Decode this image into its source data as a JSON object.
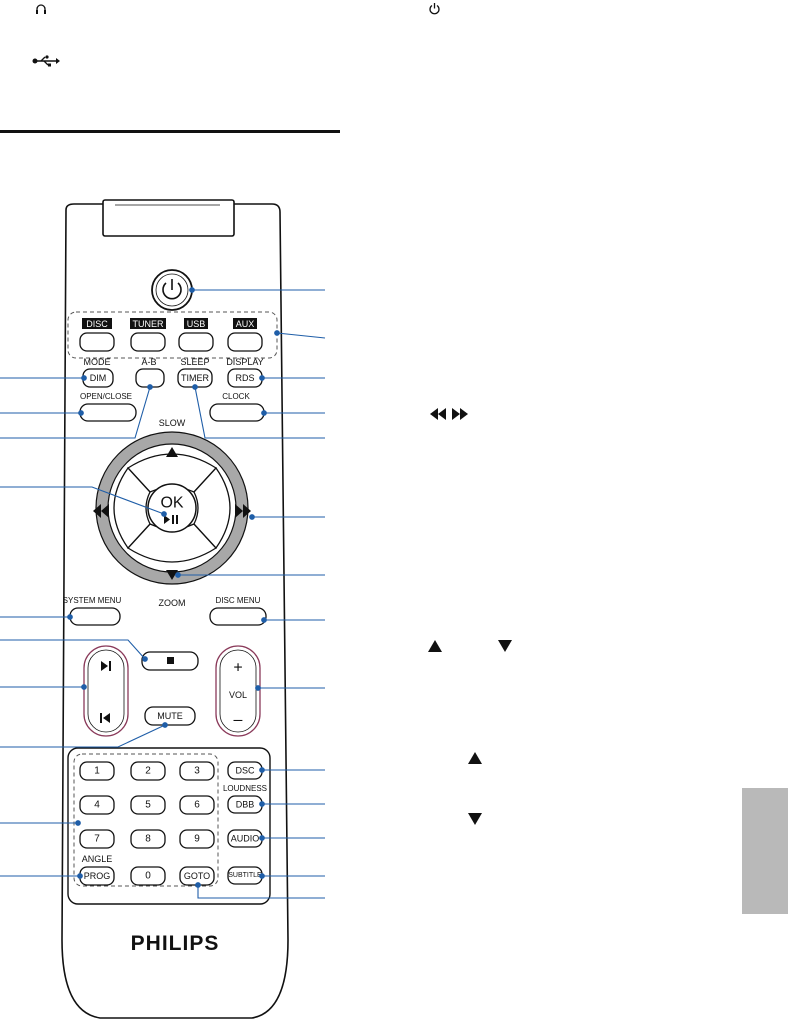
{
  "top_icons": {
    "headphone": "headphone-icon",
    "usb": "usb-icon",
    "power": "power-icon"
  },
  "remote": {
    "brand": "PHILIPS",
    "source_buttons": [
      "DISC",
      "TUNER",
      "USB",
      "AUX"
    ],
    "row1": {
      "left_top": "MODE",
      "left_btn": "DIM",
      "mid_top": "A-B",
      "sleep_top": "SLEEP",
      "sleep_btn": "TIMER",
      "right_top": "DISPLAY",
      "right_btn": "RDS"
    },
    "row2": {
      "left_btn": "OPEN/CLOSE",
      "right_btn": "CLOCK"
    },
    "slow": "SLOW",
    "ok": "OK",
    "zoom": "ZOOM",
    "system_menu": "SYSTEM MENU",
    "disc_menu": "DISC MENU",
    "vol_plus": "+",
    "vol_label": "VOL",
    "vol_minus": "–",
    "mute": "MUTE",
    "digits": [
      "1",
      "2",
      "3",
      "4",
      "5",
      "6",
      "7",
      "8",
      "9",
      "0"
    ],
    "angle": "ANGLE",
    "prog": "PROG",
    "goto": "GOTO",
    "dsc": "DSC",
    "loudness": "LOUDNESS",
    "dbb": "DBB",
    "audio": "AUDIO",
    "subtitle": "SUBTITLE"
  },
  "colors": {
    "callout": "#1f5ea8",
    "source_label_bg": "#111111",
    "ring": "#a8a8a8"
  }
}
